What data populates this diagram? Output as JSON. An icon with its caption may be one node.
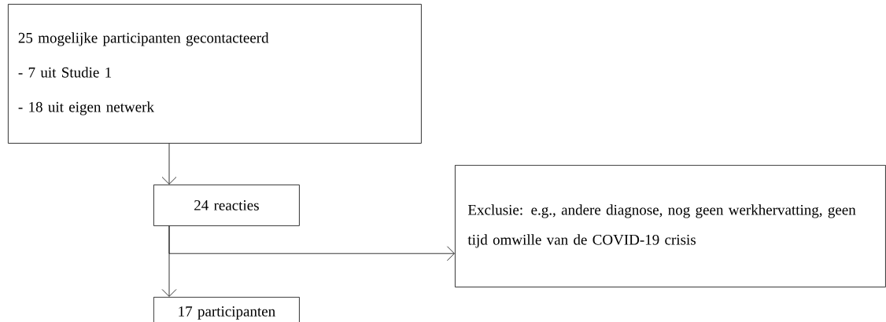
{
  "diagram": {
    "nodes": [
      {
        "text": [
          "25 mogelijke participanten gecontacteerd",
          "- 7 uit Studie 1",
          "- 18 uit eigen netwerk"
        ]
      },
      {
        "text": [
          "24 reacties"
        ]
      },
      {
        "text": [
          "17 participanten"
        ]
      },
      {
        "text": [
          "Exclusie: e.g., andere diagnose, nog geen werkhervatting, geen tijd omwille van de COVID-19 crisis"
        ]
      }
    ],
    "edges": [
      {
        "from": 0,
        "to": 1,
        "arrow": "to"
      },
      {
        "from": 1,
        "to": 2,
        "arrow": "to"
      },
      {
        "from": 1,
        "to": 3,
        "arrow": "to"
      }
    ]
  }
}
